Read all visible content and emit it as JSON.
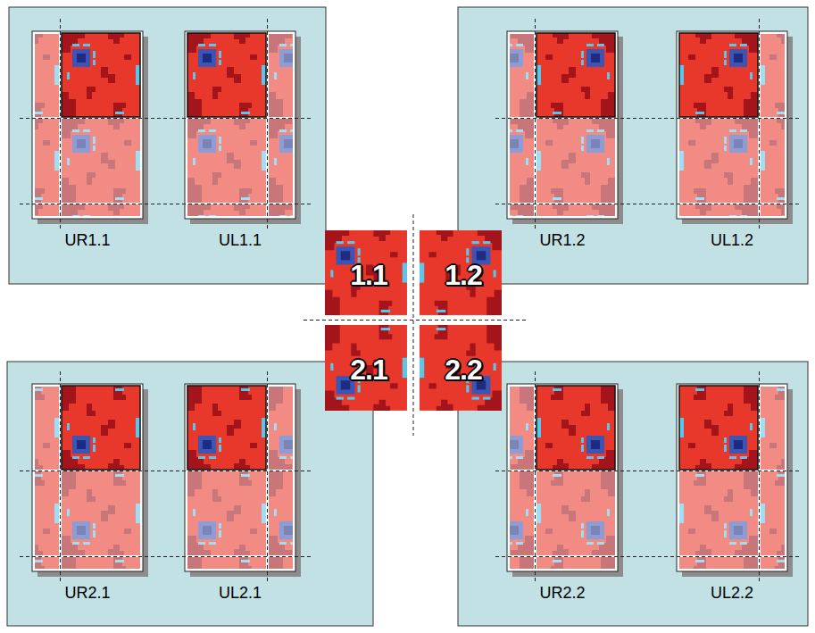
{
  "diagram": {
    "nodes": [
      {
        "text": [
          "UR1.1"
        ]
      },
      {
        "text": [
          "UL1.1"
        ]
      },
      {
        "text": [
          "1.1"
        ]
      },
      {
        "text": [
          "1.2"
        ]
      },
      {
        "text": [
          "UR1.2"
        ]
      },
      {
        "text": [
          "UL1.2"
        ]
      },
      {
        "text": [
          "2.1"
        ]
      },
      {
        "text": [
          "2.2"
        ]
      },
      {
        "text": [
          "UR2.1"
        ]
      },
      {
        "text": [
          "UL2.1"
        ]
      },
      {
        "text": [
          "UR2.2"
        ]
      },
      {
        "text": [
          "UL2.2"
        ]
      }
    ]
  }
}
